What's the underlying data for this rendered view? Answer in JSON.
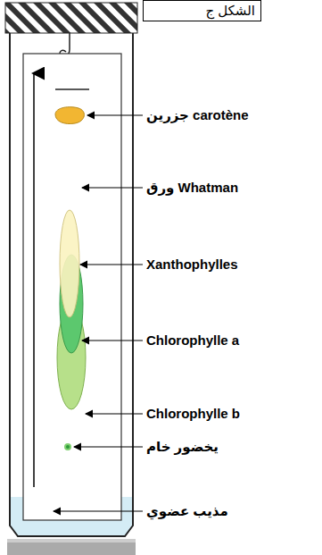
{
  "diagram": {
    "title": "الشكل ج",
    "labels": [
      "جزرين carotène",
      "ورق Whatman",
      "Xanthophylles",
      "Chlorophylle a",
      "Chlorophylle b",
      "يخضور خام",
      "مذيب عضوي"
    ]
  }
}
